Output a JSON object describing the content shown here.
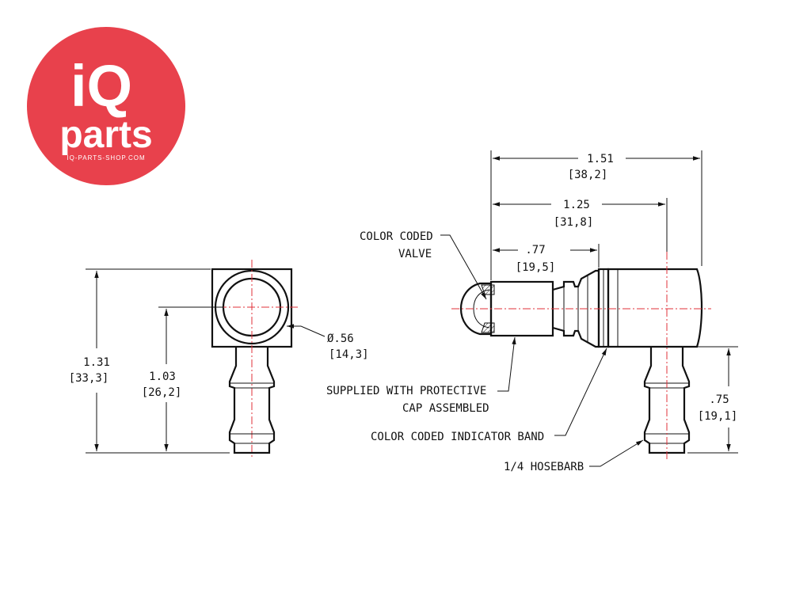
{
  "logo": {
    "brand_top": "iQ",
    "brand_bottom": "parts",
    "website": "IQ-PARTS-SHOP.COM",
    "color": "#e8414c"
  },
  "side_view": {
    "diameter_label": "Ø.56",
    "diameter_metric": "[14,3]",
    "height_label": "1.31",
    "height_metric": "[33,3]",
    "center_height_label": "1.03",
    "center_height_metric": "[26,2]"
  },
  "front_view": {
    "overall_length_label": "1.51",
    "overall_length_metric": "[38,2]",
    "center_length_label": "1.25",
    "center_length_metric": "[31,8]",
    "body_length_label": ".77",
    "body_length_metric": "[19,5]",
    "barb_height_label": ".75",
    "barb_height_metric": "[19,1]"
  },
  "callouts": {
    "valve_line1": "COLOR CODED",
    "valve_line2": "VALVE",
    "cap_line1": "SUPPLIED WITH PROTECTIVE",
    "cap_line2": "CAP ASSEMBLED",
    "band": "COLOR CODED INDICATOR BAND",
    "hosebarb": "1/4 HOSEBARB"
  },
  "colors": {
    "line": "#111111",
    "centerline": "#e0303a"
  }
}
